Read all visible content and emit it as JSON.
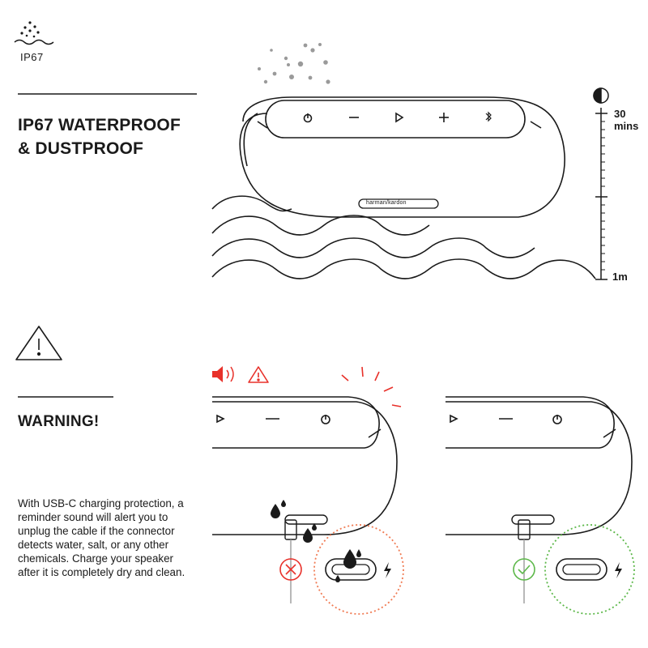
{
  "badge": {
    "label": "IP67",
    "icon": "water-drops-wave-icon"
  },
  "heading": {
    "line1": "IP67 WATERPROOF",
    "line2": "& DUSTPROOF"
  },
  "depth_scale": {
    "top_label_line1": "30",
    "top_label_line2": "mins",
    "bottom_label": "1m",
    "icon": "half-moon-clock-icon"
  },
  "speaker": {
    "brand": "harman/kardon"
  },
  "warning": {
    "title": "WARNING!",
    "body": "With USB-C charging protection, a reminder sound will alert you to unplug the cable if the connector detects water, salt, or any other chemicals. Charge your speaker after it is completely dry and clean."
  },
  "colors": {
    "ink": "#1a1a1a",
    "alert_red": "#e8312a",
    "ok_green": "#5db84a",
    "wet_orange": "#f07a52",
    "dust_gray": "#9a9a9a"
  }
}
